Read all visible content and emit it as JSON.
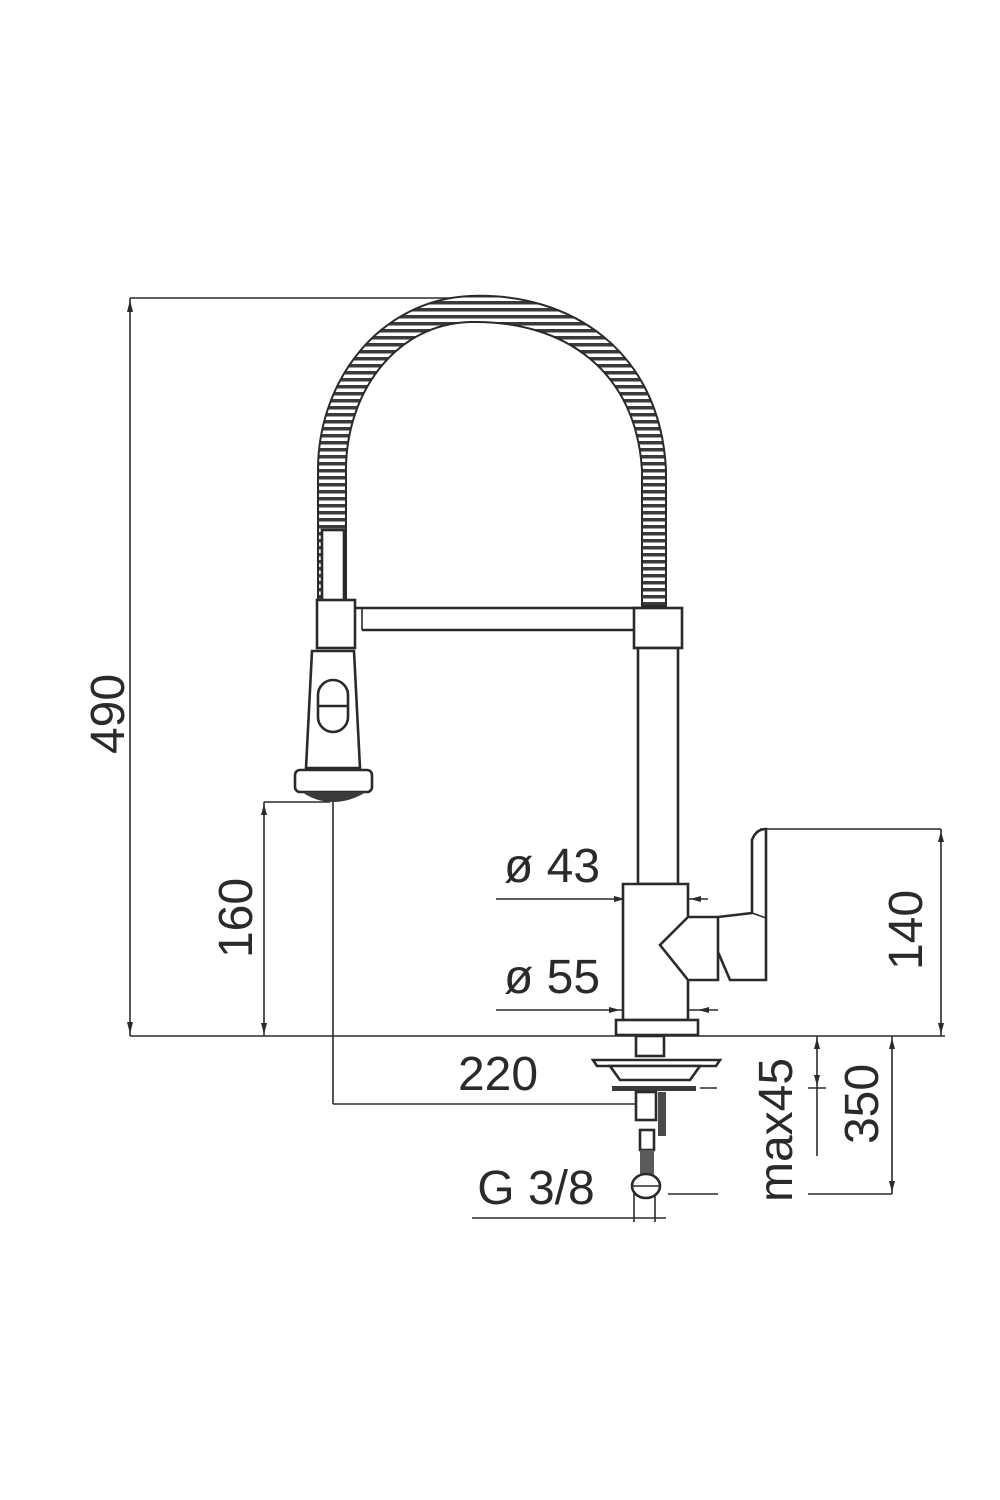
{
  "diagram": {
    "type": "technical-dimension-drawing",
    "subject": "pull-down spring kitchen faucet",
    "colors": {
      "line": "#2a2a2a",
      "background": "#ffffff"
    },
    "dimensions": {
      "total_height": "490",
      "spout_outlet_height": "160",
      "spout_reach": "220",
      "body_upper_diameter": "ø 43",
      "body_base_diameter": "ø 55",
      "lever_height": "140",
      "max_deck_thickness": "max45",
      "flex_hose_length": "350",
      "connection_thread": "G 3/8"
    }
  }
}
